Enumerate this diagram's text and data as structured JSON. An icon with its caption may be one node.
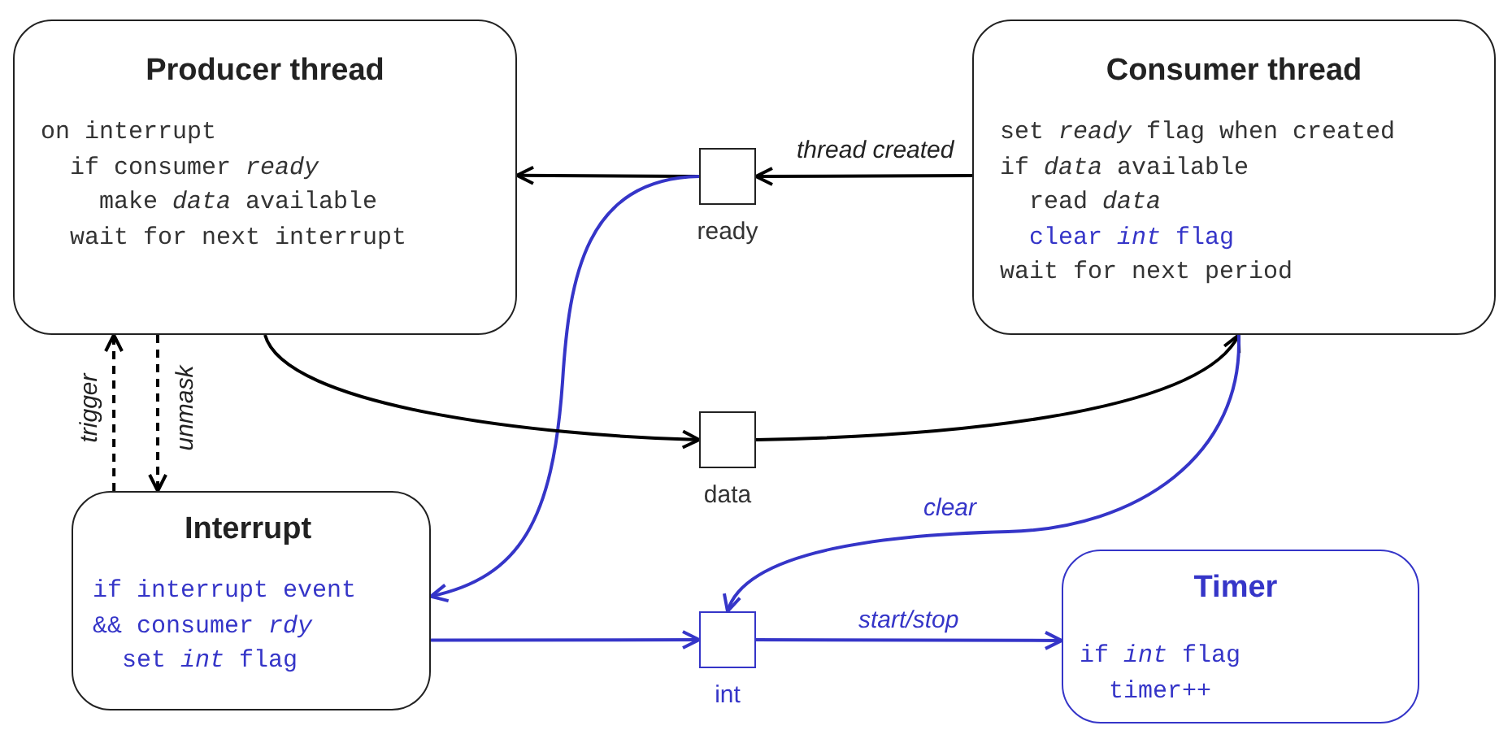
{
  "diagram": {
    "nodes": [
      {
        "text": [
          "Producer thread",
          "on interrupt",
          "if consumer *ready*",
          "make *data* available",
          "wait for next interrupt"
        ]
      },
      {
        "text": [],
        "shape": "box",
        "beside": [
          "ready"
        ]
      },
      {
        "text": [
          "Consumer thread",
          "set *ready* flag when created",
          "if *data* available",
          "read *data*",
          "clear *int* flag",
          "wait for next period"
        ]
      },
      {
        "text": [],
        "shape": "box",
        "beside": [
          "data"
        ]
      },
      {
        "text": [
          "Interrupt",
          "if interrupt event",
          "&& consumer *rdy*",
          "set *int* flag"
        ]
      },
      {
        "text": [],
        "shape": "box",
        "beside": [
          "int"
        ]
      },
      {
        "text": [
          "Timer",
          "if *int* flag",
          "timer++"
        ]
      }
    ],
    "edges": [
      {
        "from": 2,
        "to": 1,
        "arrow": "to",
        "label": "thread created"
      },
      {
        "from": 1,
        "to": 0,
        "arrow": "to"
      },
      {
        "from": 1,
        "to": 4,
        "arrow": "to",
        "color": "#3535c8"
      },
      {
        "from": 0,
        "to": 3,
        "arrow": "to"
      },
      {
        "from": 3,
        "to": 2,
        "arrow": "to"
      },
      {
        "from": 4,
        "to": 0,
        "arrow": "to",
        "style": "dashed",
        "label": "trigger"
      },
      {
        "from": 0,
        "to": 4,
        "arrow": "to",
        "style": "dashed",
        "label": "unmask"
      },
      {
        "from": 2,
        "to": 5,
        "arrow": "to",
        "color": "#3535c8",
        "label": "clear"
      },
      {
        "from": 4,
        "to": 5,
        "arrow": "to",
        "color": "#3535c8"
      },
      {
        "from": 5,
        "to": 6,
        "arrow": "to",
        "color": "#3535c8",
        "label": "start/stop"
      }
    ]
  }
}
